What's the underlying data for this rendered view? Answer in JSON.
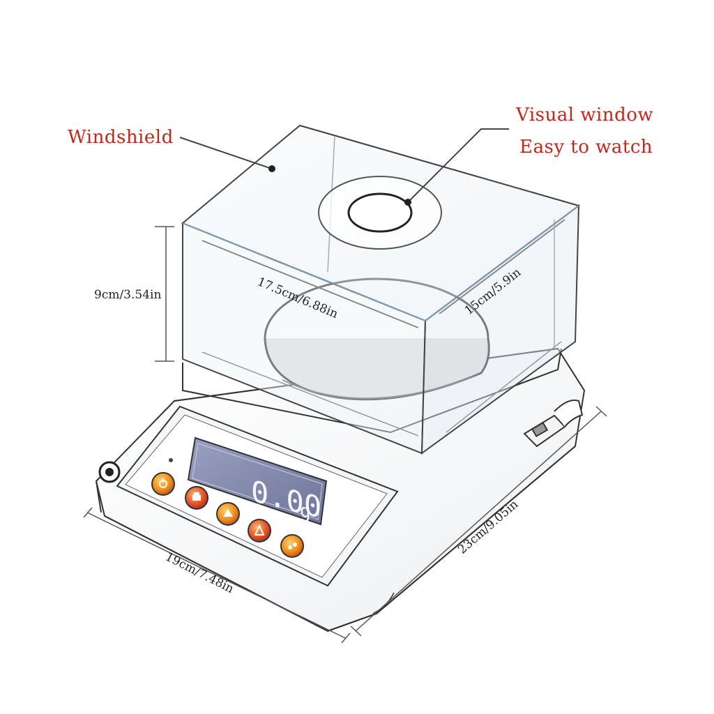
{
  "labels": {
    "windshield": "Windshield",
    "visual_window_line1": "Visual window",
    "visual_window_line2": "Easy to watch"
  },
  "dimensions": {
    "height": "9cm/3.54in",
    "inner_width": "17.5cm/6.88in",
    "inner_depth": "15cm/5.9in",
    "base_width": "19cm/7.48in",
    "base_depth": "23cm/9.05in"
  },
  "display": {
    "reading": "0.00",
    "unit": "g"
  },
  "colors": {
    "label_red": "#c0281c",
    "lcd_background": "#8a8fb0",
    "button_orange": "#e8931f",
    "button_red": "#d9452a",
    "outline": "#333333"
  },
  "buttons": [
    {
      "name": "button-1",
      "icon": "power-icon"
    },
    {
      "name": "button-2",
      "icon": "print-icon"
    },
    {
      "name": "button-3",
      "icon": "tare-icon"
    },
    {
      "name": "button-4",
      "icon": "calibrate-icon"
    },
    {
      "name": "button-5",
      "icon": "mode-icon"
    }
  ]
}
